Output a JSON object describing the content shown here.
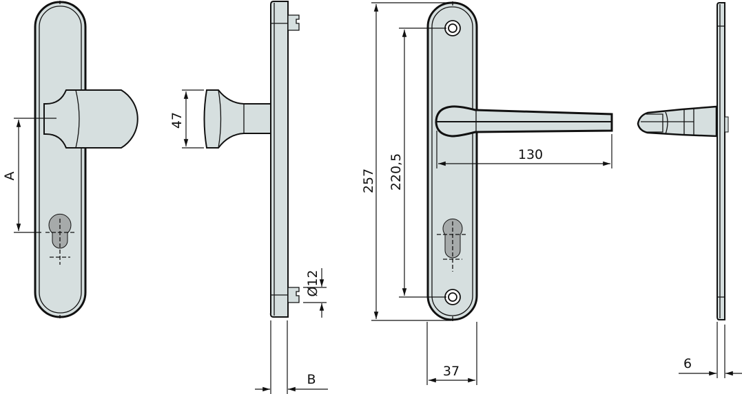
{
  "drawing": {
    "subject": "Door handle set on long plate (knob/handle), technical dimension drawing",
    "colors": {
      "part_fill": "#d6dfdf",
      "line": "#111111",
      "cylinder_hole": "#a6aaaa",
      "background": "#ffffff"
    }
  },
  "views": {
    "knob_front": {
      "label_A": "A"
    },
    "knob_side": {
      "label_47": "47",
      "label_diam12": "Ø12",
      "label_B": "B"
    },
    "handle_front": {
      "label_257": "257",
      "label_220_5": "220,5",
      "label_130": "130",
      "label_37": "37"
    },
    "handle_side": {
      "label_6": "6"
    }
  }
}
